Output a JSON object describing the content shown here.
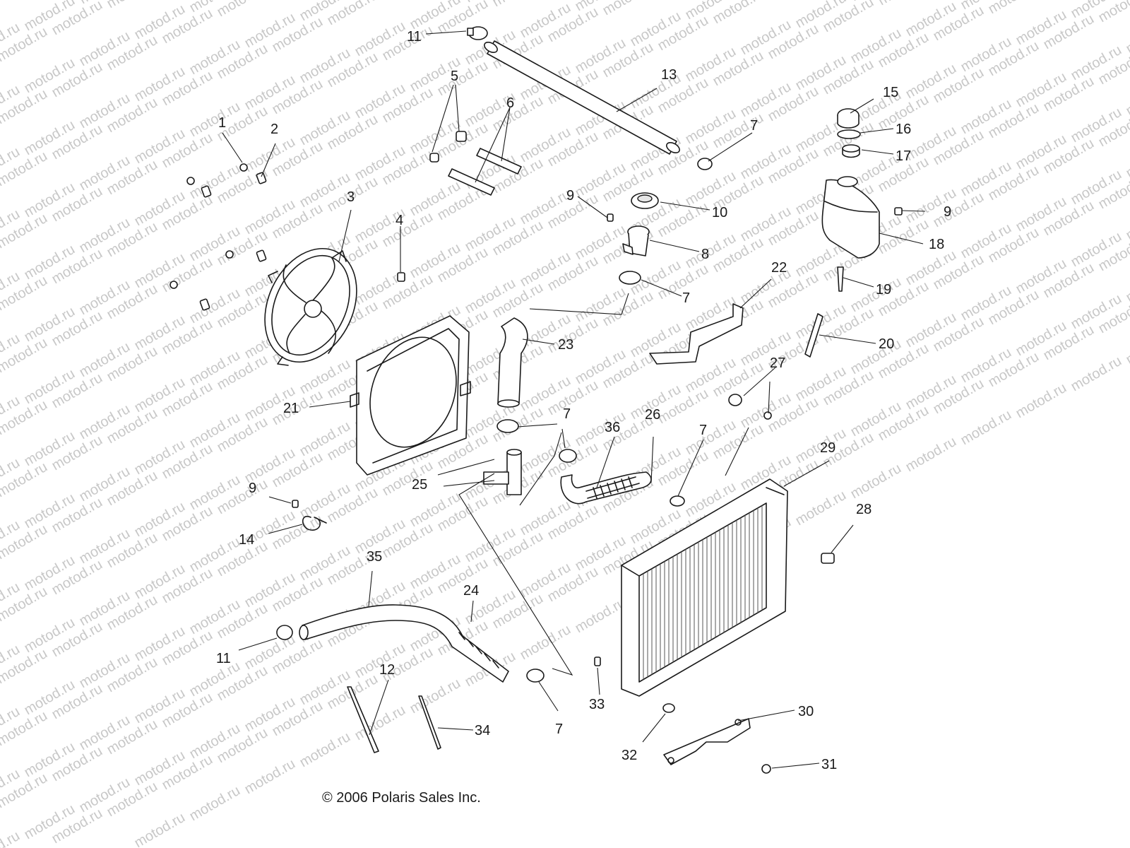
{
  "watermark": "motod.ru",
  "copyright": "© 2006 Polaris Sales Inc.",
  "callouts": {
    "c1": "1",
    "c2": "2",
    "c3": "3",
    "c4": "4",
    "c5": "5",
    "c6": "6",
    "c7": "7",
    "c8": "8",
    "c9": "9",
    "c10": "10",
    "c11": "11",
    "c12": "12",
    "c13": "13",
    "c14": "14",
    "c15": "15",
    "c16": "16",
    "c17": "17",
    "c18": "18",
    "c19": "19",
    "c20": "20",
    "c21": "21",
    "c22": "22",
    "c23": "23",
    "c24": "24",
    "c25": "25",
    "c26": "26",
    "c27": "27",
    "c28": "28",
    "c29": "29",
    "c30": "30",
    "c31": "31",
    "c32": "32",
    "c33": "33",
    "c34": "34",
    "c35": "35",
    "c36": "36"
  }
}
